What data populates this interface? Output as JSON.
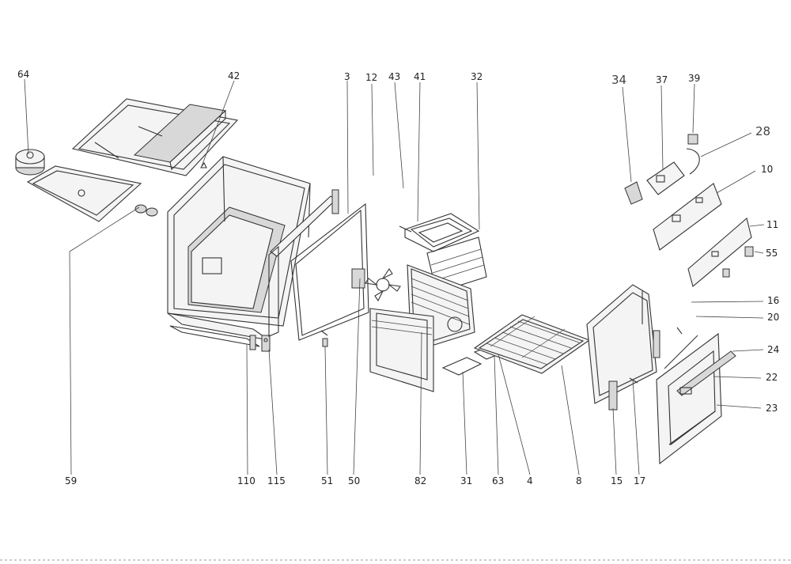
{
  "labels_top": [
    "64",
    "42",
    "3",
    "12",
    "43",
    "41",
    "32",
    "34",
    "37",
    "39",
    "28",
    "10"
  ],
  "labels_right": [
    "11",
    "55",
    "16",
    "20",
    "24",
    "22",
    "23"
  ],
  "labels_bottom": [
    "59",
    "110",
    "115",
    "51",
    "50",
    "82",
    "31",
    "63",
    "4",
    "8",
    "15",
    "17"
  ],
  "parts": {
    "p64": "64",
    "p42": "42",
    "p3": "3",
    "p12": "12",
    "p43": "43",
    "p41": "41",
    "p32": "32",
    "p34": "34",
    "p37": "37",
    "p39": "39",
    "p28": "28",
    "p10": "10",
    "p11": "11",
    "p55": "55",
    "p16": "16",
    "p20": "20",
    "p24": "24",
    "p22": "22",
    "p23": "23",
    "p59": "59",
    "p110": "110",
    "p115": "115",
    "p51": "51",
    "p50": "50",
    "p82": "82",
    "p31": "31",
    "p63": "63",
    "p4": "4",
    "p8": "8",
    "p15": "15",
    "p17": "17"
  }
}
